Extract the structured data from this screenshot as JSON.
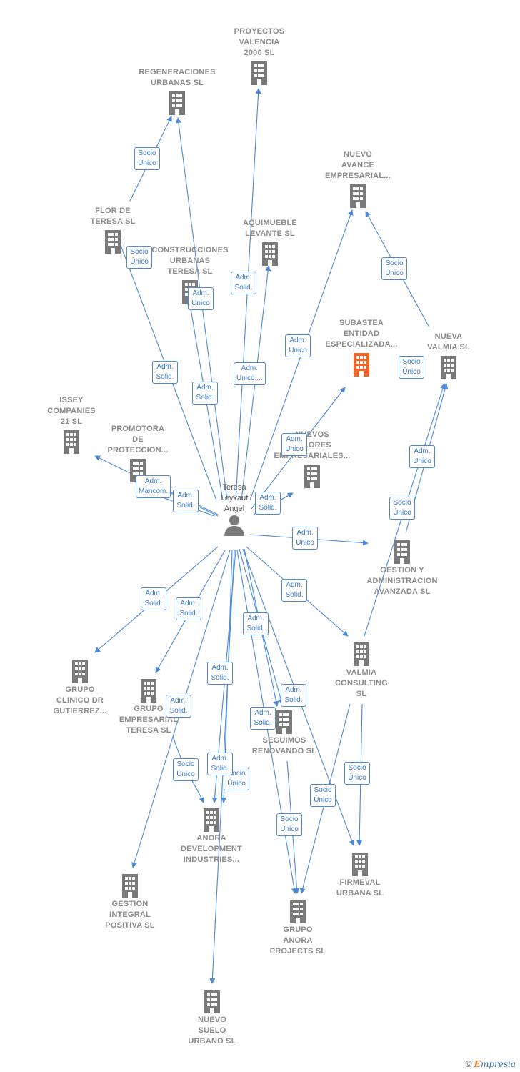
{
  "person": {
    "name": "Teresa\nLeykauf\nAngel",
    "icon": "person-icon"
  },
  "nodes": [
    {
      "id": "proyectos_valencia",
      "label": "PROYECTOS\nVALENCIA\n2000 SL",
      "pos": "above"
    },
    {
      "id": "regeneraciones",
      "label": "REGENERACIONES\nURBANAS SL",
      "pos": "above"
    },
    {
      "id": "nuevo_avance",
      "label": "NUEVO\nAVANCE\nEMPRESARIAL...",
      "pos": "above"
    },
    {
      "id": "flor_teresa",
      "label": "FLOR DE\nTERESA SL",
      "pos": "above"
    },
    {
      "id": "aquimueble",
      "label": "AQUIMUEBLE\nLEVANTE SL",
      "pos": "above"
    },
    {
      "id": "construcciones",
      "label": "CONSTRUCCIONES\nURBANAS\nTERESA SL",
      "pos": "above"
    },
    {
      "id": "subastea",
      "label": "SUBASTEA\nENTIDAD\nESPECIALIZADA...",
      "pos": "above",
      "highlight": true
    },
    {
      "id": "nueva_valmia",
      "label": "NUEVA\nVALMIA SL",
      "pos": "above"
    },
    {
      "id": "issey",
      "label": "ISSEY\nCOMPANIES\n21 SL",
      "pos": "above"
    },
    {
      "id": "promotora",
      "label": "PROMOTORA\nDE\nPROTECCION...",
      "pos": "above"
    },
    {
      "id": "nuevos_valores",
      "label": "NUEVOS\nVALORES\nEMPRESARIALES...",
      "pos": "above"
    },
    {
      "id": "gestion_admin",
      "label": "GESTION Y\nADMINISTRACION\nAVANZADA SL",
      "pos": "below"
    },
    {
      "id": "valmia_consulting",
      "label": "VALMIA\nCONSULTING\nSL",
      "pos": "below"
    },
    {
      "id": "grupo_clinico",
      "label": "GRUPO\nCLINICO DR\nGUTIERREZ...",
      "pos": "below"
    },
    {
      "id": "grupo_empresarial",
      "label": "GRUPO\nEMPRESARIAL\nTERESA SL",
      "pos": "below"
    },
    {
      "id": "seguimos",
      "label": "SEGUIMOS\nRENOVANDO SL",
      "pos": "below"
    },
    {
      "id": "anora_dev",
      "label": "ANORA\nDEVELOPMENT\nINDUSTRIES...",
      "pos": "below"
    },
    {
      "id": "firmeval",
      "label": "FIRMEVAL\nURBANA SL",
      "pos": "below"
    },
    {
      "id": "gestion_integral",
      "label": "GESTION\nINTEGRAL\nPOSITIVA SL",
      "pos": "below"
    },
    {
      "id": "grupo_anora",
      "label": "GRUPO\nANORA\nPROJECTS SL",
      "pos": "below"
    },
    {
      "id": "nuevo_suelo",
      "label": "NUEVO\nSUELO\nURBANO SL",
      "pos": "below"
    }
  ],
  "edge_labels": [
    {
      "id": "e_flor_regen",
      "text": "Socio\nÚnico"
    },
    {
      "id": "e_p_flor_socio",
      "text": "Socio\nÚnico"
    },
    {
      "id": "e_p_construc",
      "text": "Adm.\nUnico"
    },
    {
      "id": "e_p_proyectos",
      "text": "Adm.\nSolid."
    },
    {
      "id": "e_p_nuevoavance",
      "text": "Adm.\nUnico"
    },
    {
      "id": "e_p_flor",
      "text": "Adm.\nSolid."
    },
    {
      "id": "e_p_regen",
      "text": "Adm.\nSolid."
    },
    {
      "id": "e_p_aquimueble",
      "text": "Adm.\nUnico,..."
    },
    {
      "id": "e_nuevavalmia_avance",
      "text": "Socio\nÚnico"
    },
    {
      "id": "e_nuevavalmia_socio",
      "text": "Socio\nÚnico"
    },
    {
      "id": "e_p_subastea",
      "text": "Adm.\nUnico"
    },
    {
      "id": "e_p_promotora",
      "text": "Adm.\nMancom."
    },
    {
      "id": "e_p_issey",
      "text": "Adm.\nSolid."
    },
    {
      "id": "e_p_nuevosval",
      "text": "Adm.\nSolid."
    },
    {
      "id": "e_valmia_nuevavalmia",
      "text": "Adm.\nUnico"
    },
    {
      "id": "e_gestion_nuevavalmia",
      "text": "Socio\nÚnico"
    },
    {
      "id": "e_p_gestionadm",
      "text": "Adm.\nUnico"
    },
    {
      "id": "e_p_valmia",
      "text": "Adm.\nSolid."
    },
    {
      "id": "e_p_clinico",
      "text": "Adm.\nSolid."
    },
    {
      "id": "e_p_grupoemp",
      "text": "Adm.\nSolid."
    },
    {
      "id": "e_p_seguimos_a",
      "text": "Adm.\nSolid."
    },
    {
      "id": "e_p_anora",
      "text": "Adm.\nSolid."
    },
    {
      "id": "e_p_gestionint",
      "text": "Adm.\nSolid."
    },
    {
      "id": "e_p_seguimos_b",
      "text": "Adm.\nSolid."
    },
    {
      "id": "e_p_grupoanora",
      "text": "Adm.\nSolid."
    },
    {
      "id": "e_grupoemp_anora",
      "text": "Socio\nÚnico"
    },
    {
      "id": "e_p_nuevosuelo",
      "text": "Adm.\nSolid."
    },
    {
      "id": "e_x_anora",
      "text": "Socio\nÚnico"
    },
    {
      "id": "e_valmia_firmeval",
      "text": "Socio\nÚnico"
    },
    {
      "id": "e_valmia_grupoanora",
      "text": "Socio\nÚnico"
    },
    {
      "id": "e_seguimos_grupoanora",
      "text": "Socio\nÚnico"
    }
  ],
  "footer": {
    "copyright": "©",
    "brand_e": "E",
    "brand_rest": "mpresia"
  },
  "colors": {
    "edge": "#4a8ad8",
    "node": "#7a7a7a",
    "highlight": "#f0642a"
  }
}
